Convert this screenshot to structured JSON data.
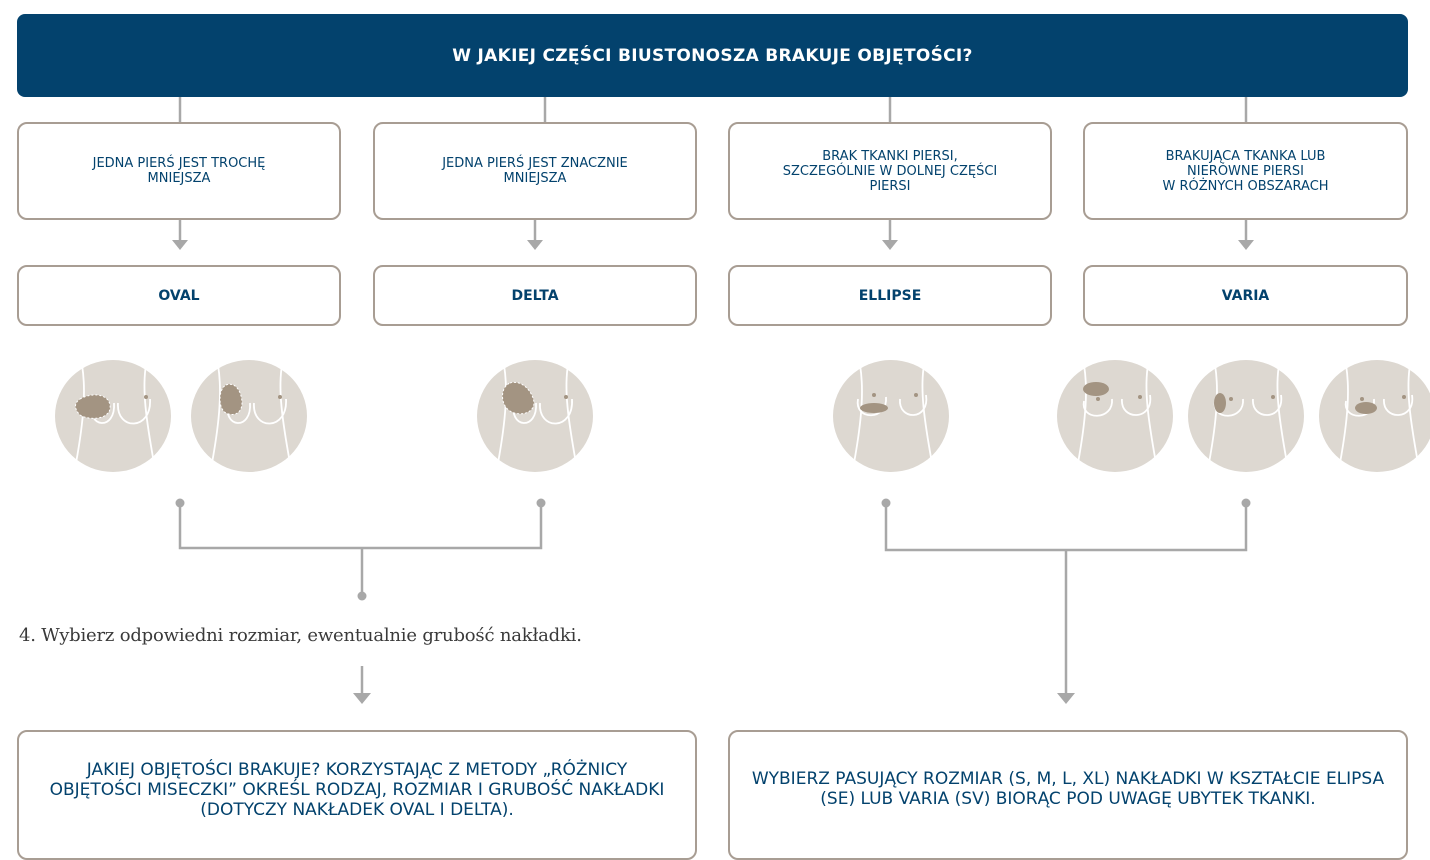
{
  "header": {
    "title": "W JAKIEJ CZĘŚCI BIUSTONOSZA BRAKUJE OBJĘTOŚCI?"
  },
  "conditions": [
    {
      "text": "JEDNA PIERŚ JEST TROCHĘ\nMNIEJSZA"
    },
    {
      "text": "JEDNA PIERŚ JEST ZNACZNIE\nMNIEJSZA"
    },
    {
      "text": "BRAK TKANKI PIERSI,\nSZCZEGÓLNIE W DOLNEJ CZĘŚCI\nPIERSI"
    },
    {
      "text": "BRAKUJĄCA TKANKA LUB\nNIERÓWNE PIERSI\nW RÓŻNYCH OBSZARACH"
    }
  ],
  "products": [
    {
      "label": "OVAL"
    },
    {
      "label": "DELTA"
    },
    {
      "label": "ELLIPSE"
    },
    {
      "label": "VARIA"
    }
  ],
  "step_text": "4. Wybierz odpowiedni rozmiar, ewentualnie grubość nakładki.",
  "bottom": {
    "left": "JAKIEJ OBJĘTOŚCI BRAKUJE? KORZYSTAJĄC Z METODY „RÓŻNICY OBJĘTOŚCI MISECZKI” OKREŚL RODZAJ, ROZMIAR I GRUBOŚĆ NAKŁADKI (DOTYCZY NAKŁADEK OVAL I DELTA).",
    "right": "WYBIERZ PASUJĄCY ROZMIAR (S, M, L, XL) NAKŁADKI W KSZTAŁCIE ELIPSA (SE) LUB VARIA (SV) BIORĄC POD UWAGĘ UBYTEK TKANKI."
  },
  "colors": {
    "header_bg": "#03426d",
    "text_blue": "#03426d",
    "box_border": "#a89d93",
    "line_gray": "#a8a8a8",
    "figure_bg": "#ddd8d1",
    "tissue": "#a39482"
  }
}
